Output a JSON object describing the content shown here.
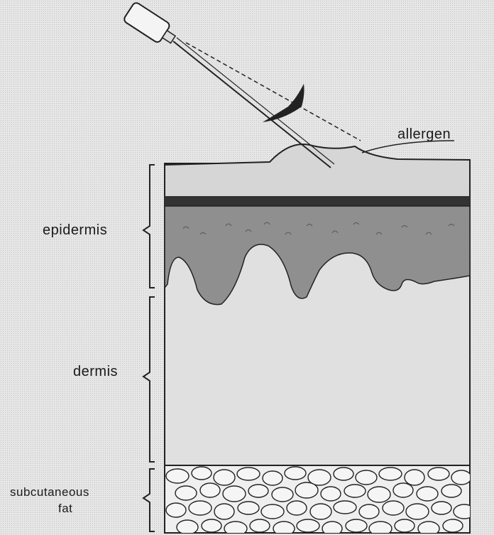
{
  "labels": {
    "allergen": "allergen",
    "epidermis": "epidermis",
    "dermis": "dermis",
    "fat_line1": "subcutaneous",
    "fat_line2": "fat"
  },
  "colors": {
    "stratum_corneum": "#d6d6d6",
    "dark_band": "#333333",
    "epidermis": "#8f8f8f",
    "dermis": "#e0e0e0",
    "fat_fill": "#efefef",
    "outline": "#222222"
  }
}
